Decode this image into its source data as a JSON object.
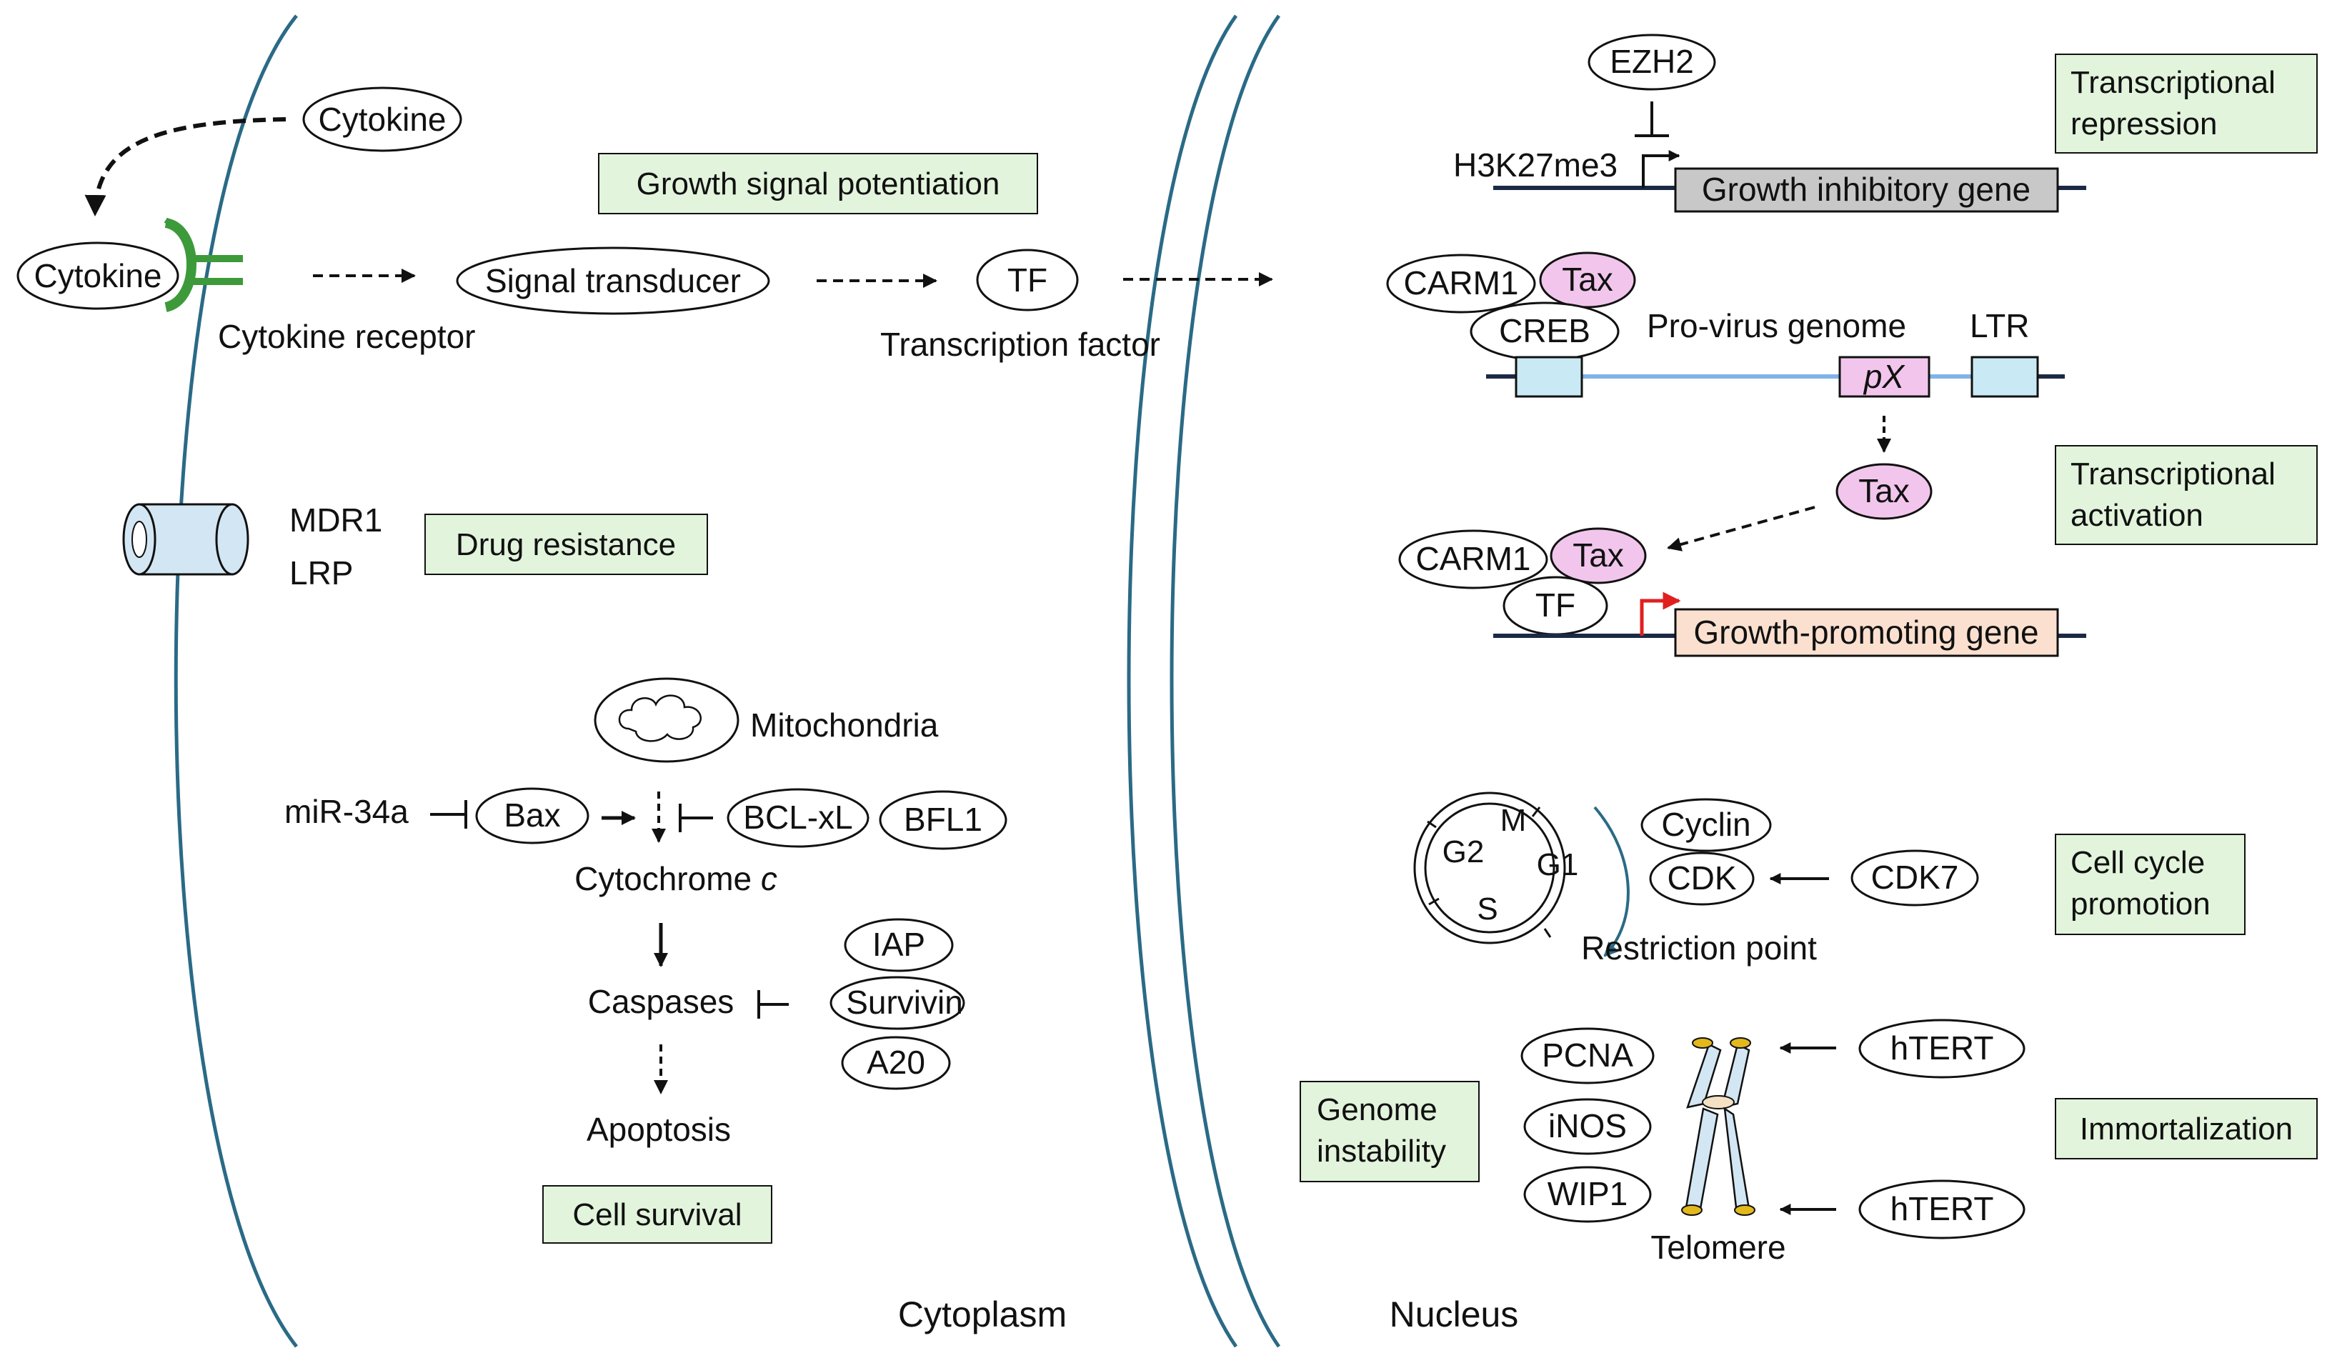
{
  "regions": {
    "cytoplasm": "Cytoplasm",
    "nucleus": "Nucleus"
  },
  "categories": {
    "growth_signal": "Growth signal potentiation",
    "drug_resistance": "Drug resistance",
    "cell_survival": "Cell survival",
    "transcriptional_repression": [
      "Transcriptional",
      "repression"
    ],
    "transcriptional_activation": [
      "Transcriptional",
      "activation"
    ],
    "cell_cycle_promotion": [
      "Cell cycle",
      "promotion"
    ],
    "genome_instability": [
      "Genome",
      "instability"
    ],
    "immortalization": "Immortalization"
  },
  "signaling": {
    "cytokine_free": "Cytokine",
    "cytokine_bound": "Cytokine",
    "receptor": "Cytokine receptor",
    "transducer": "Signal transducer",
    "tf": "TF",
    "tf_caption": "Transcription factor"
  },
  "transporters": {
    "mdr1": "MDR1",
    "lrp": "LRP"
  },
  "apoptosis": {
    "mitochondria": "Mitochondria",
    "mir34a": "miR-34a",
    "bax": "Bax",
    "bclxl": "BCL-xL",
    "bfl1": "BFL1",
    "cytochrome": "Cytochrome",
    "cytochrome_c": "c",
    "iap": "IAP",
    "survivin": "Survivin",
    "a20": "A20",
    "caspases": "Caspases",
    "apoptosis": "Apoptosis"
  },
  "repression": {
    "ezh2": "EZH2",
    "h3k27me3": "H3K27me3",
    "gene": "Growth inhibitory gene"
  },
  "provirus": {
    "carm1": "CARM1",
    "tax": "Tax",
    "creb": "CREB",
    "genome": "Pro-virus genome",
    "ltr": "LTR",
    "px": "pX",
    "tax_product": "Tax"
  },
  "activation": {
    "carm1": "CARM1",
    "tax": "Tax",
    "tf": "TF",
    "gene": "Growth-promoting gene"
  },
  "cell_cycle": {
    "m": "M",
    "g2": "G2",
    "g1": "G1",
    "s": "S",
    "cyclin": "Cyclin",
    "cdk": "CDK",
    "cdk7": "CDK7",
    "restriction": "Restriction point"
  },
  "genome": {
    "pcna": "PCNA",
    "inos": "iNOS",
    "wip1": "WIP1",
    "htert_top": "hTERT",
    "htert_bottom": "hTERT",
    "telomere": "Telomere"
  },
  "colors": {
    "membrane": "#2a6a86",
    "category_fill": "#e2f4dc",
    "receptor": "#3d9a3a",
    "ltr_box": "#c9eaf4",
    "px_box": "#f2c6ec",
    "tax": "#f2c6ec",
    "inhibitory_gene": "#c8c8c8",
    "promoting_gene": "#fbe0d0",
    "promoter_red": "#e02020",
    "telomere_cap": "#e3b81c",
    "chromosome": "#d3e6f3"
  }
}
